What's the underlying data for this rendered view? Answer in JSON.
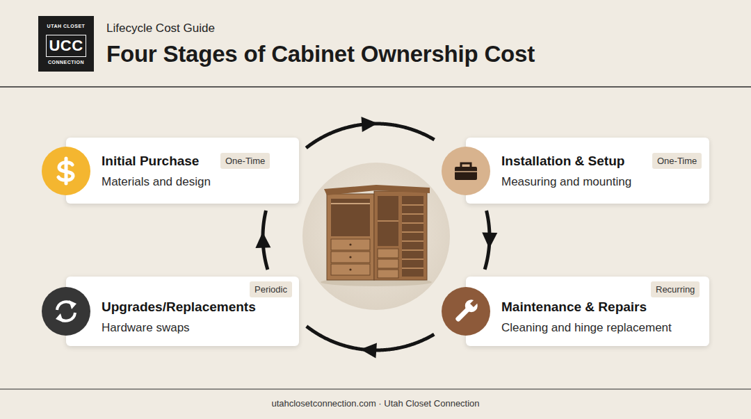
{
  "diagram": {
    "title": "Four Stages of Cabinet Ownership Cost",
    "nodes": [
      {
        "text": [
          "UTAH CLOSET",
          "CONNECTION"
        ]
      },
      {
        "text": [
          "UCC"
        ],
        "in": 0
      },
      {
        "text": [
          "Initial Purchase",
          "Materials and design"
        ]
      },
      {
        "text": [
          "One-Time"
        ],
        "in": 2
      },
      {
        "text": [
          "Installation & Setup",
          "Measuring and mounting"
        ]
      },
      {
        "text": [
          "One-Time"
        ],
        "in": 4
      },
      {
        "text": [
          "Upgrades/Replacements",
          "Hardware swaps"
        ]
      },
      {
        "text": [
          "Periodic"
        ],
        "in": 6
      },
      {
        "text": [
          "Maintenance & Repairs",
          "Cleaning and hinge replacement"
        ]
      },
      {
        "text": [
          "Recurring"
        ],
        "in": 8
      }
    ],
    "edges": [
      {
        "from": 2,
        "to": 4,
        "arrow": "to"
      },
      {
        "from": 4,
        "to": 8,
        "arrow": "to"
      },
      {
        "from": 8,
        "to": 6,
        "arrow": "to"
      },
      {
        "from": 6,
        "to": 2,
        "arrow": "to"
      }
    ],
    "labels": [
      "Lifecycle Cost Guide",
      "utahclosetconnection.com · Utah Closet Connection"
    ]
  }
}
